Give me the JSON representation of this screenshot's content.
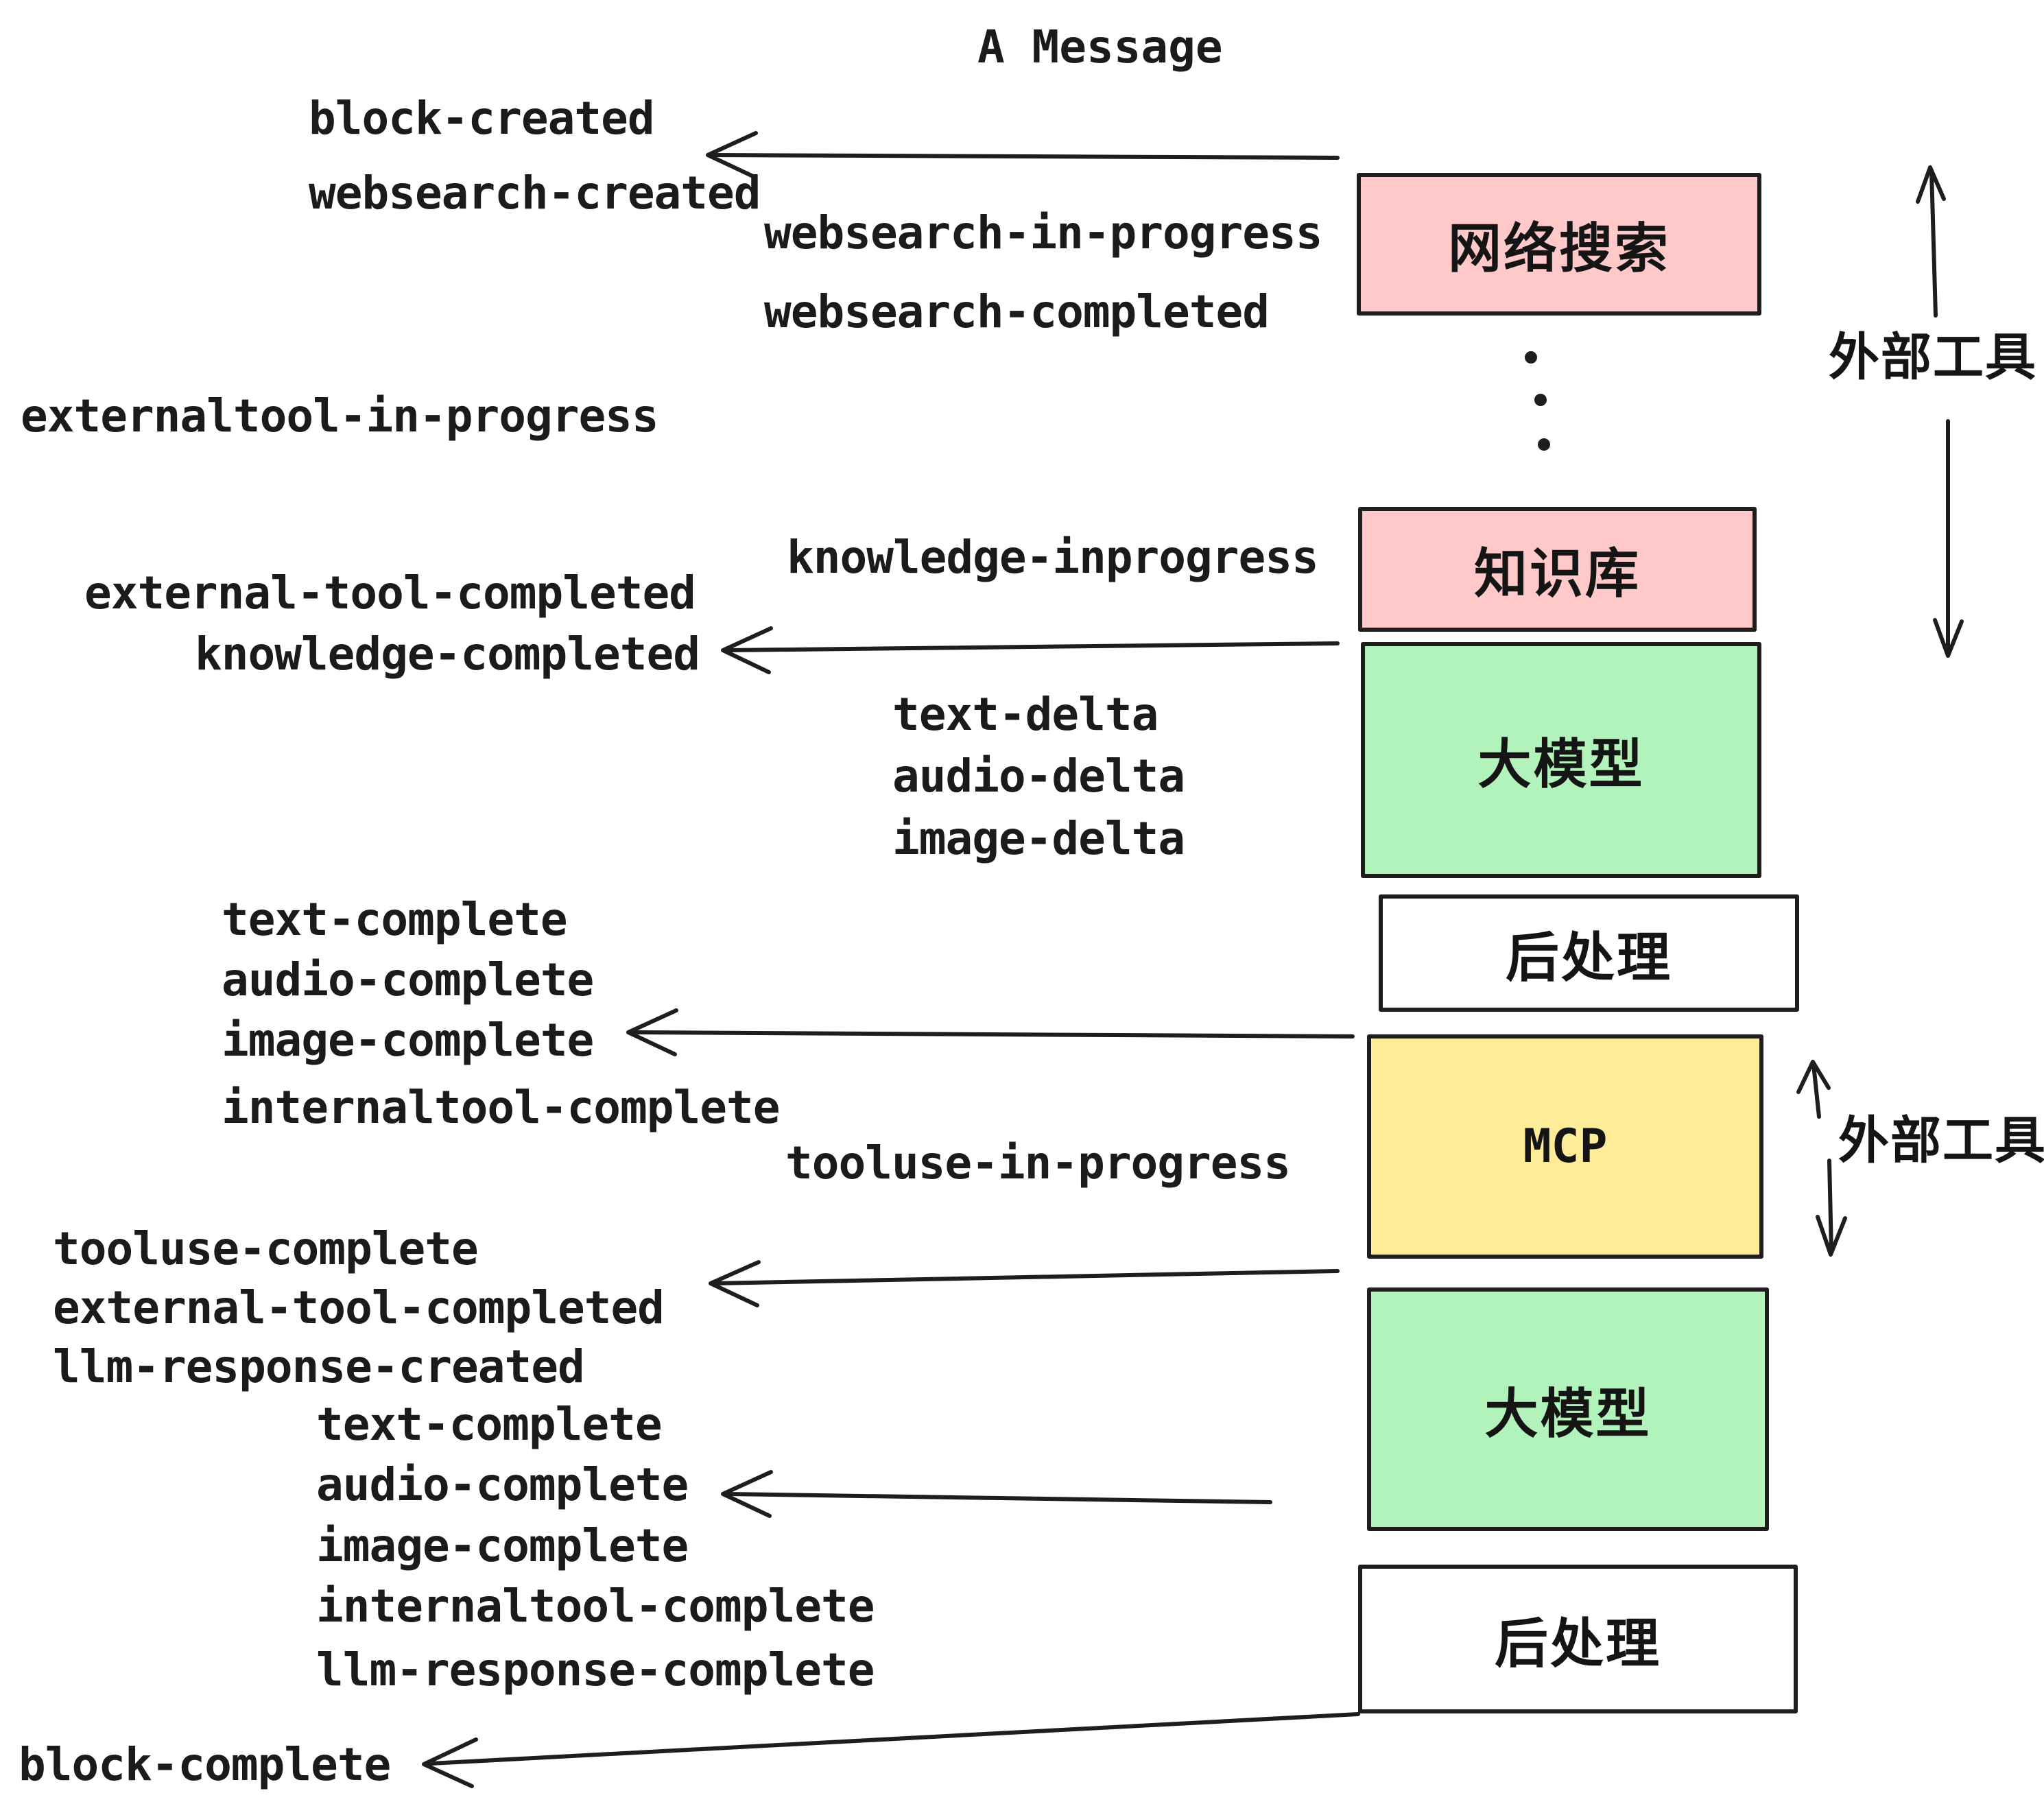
{
  "title": "A Message",
  "boxes": {
    "websearch": "网络搜索",
    "knowledge": "知识库",
    "llm_top": "大模型",
    "post_top": "后处理",
    "mcp": "MCP",
    "llm_bottom": "大模型",
    "post_bottom": "后处理"
  },
  "side_labels": {
    "external_tools_top": "外部工具",
    "external_tools_bottom": "外部工具"
  },
  "events": {
    "block_created": "block-created",
    "websearch_created": "websearch-created",
    "websearch_in_progress": "websearch-in-progress",
    "websearch_completed": "websearch-completed",
    "externaltool_in_progress": "externaltool-in-progress",
    "knowledge_inprogress": "knowledge-inprogress",
    "external_tool_completed_top": "external-tool-completed",
    "knowledge_completed": "knowledge-completed",
    "text_delta_top": "text-delta",
    "audio_delta_top": "audio-delta",
    "image_delta_top": "image-delta",
    "text_complete_top": "text-complete",
    "audio_complete_top": "audio-complete",
    "image_complete_top": "image-complete",
    "internaltool_complete_top": "internaltool-complete",
    "tooluse_in_progress": "tooluse-in-progress",
    "tooluse_complete": "tooluse-complete",
    "external_tool_completed_bottom": "external-tool-completed",
    "llm_response_created": "llm-response-created",
    "text_complete_bottom": "text-complete",
    "audio_complete_bottom": "audio-complete",
    "image_complete_bottom": "image-complete",
    "internaltool_complete_bottom": "internaltool-complete",
    "llm_response_complete": "llm-response-complete",
    "block_complete": "block-complete"
  },
  "colors": {
    "box_pink": "#ffc9c9",
    "box_green": "#b2f2bb",
    "box_yellow": "#ffec99",
    "box_white": "#ffffff",
    "stroke": "#1e1e1e",
    "text": "#1b1b1b"
  },
  "decorations": {
    "ellipsis_dot_count": 3
  }
}
